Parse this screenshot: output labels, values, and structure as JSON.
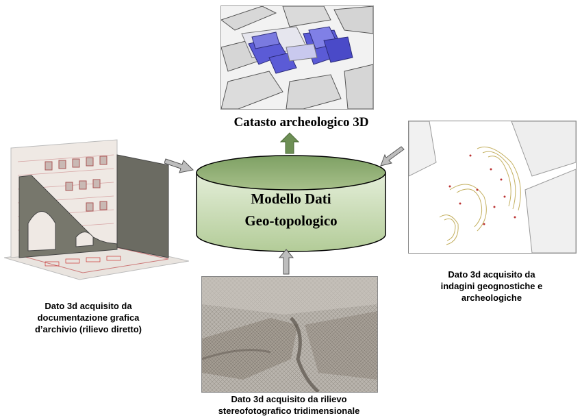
{
  "center": {
    "lines": [
      "Modello Dati",
      "Geo-topologico"
    ],
    "fill_top": "#8fb27a",
    "fill_body": "#c5d9b0"
  },
  "top": {
    "title": "Catasto archeologico 3D",
    "image": "3d-cadastre-render"
  },
  "left": {
    "caption": [
      "Dato 3d acquisito da",
      "documentazione grafica",
      "d’archivio (rilievo diretto)"
    ],
    "image": "archival-drawing-3d-model"
  },
  "right": {
    "caption": [
      "Dato 3d acquisito da",
      "indagini geognostiche e",
      "archeologiche"
    ],
    "image": "geognostic-contour-map"
  },
  "bottom": {
    "caption": [
      "Dato 3d acquisito da rilievo",
      "stereofotografico tridimensionale"
    ],
    "image": "stereophotographic-mesh"
  },
  "colors": {
    "arrow_up": "#6d8f55",
    "arrow_gray": "#bdbdbd",
    "blue_model": "#5b5bd6"
  }
}
